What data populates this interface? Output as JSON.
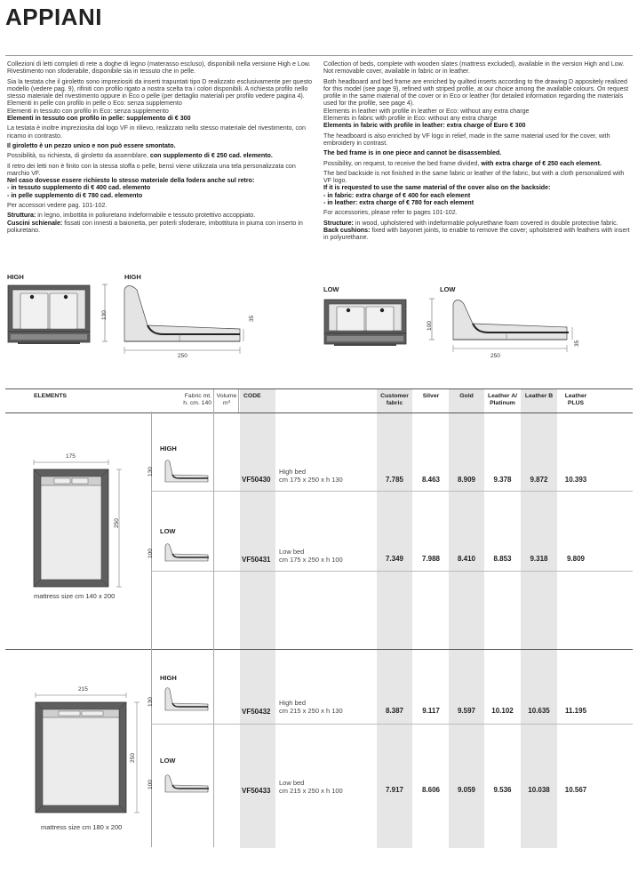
{
  "title": "APPIANI",
  "text_it": {
    "p1": "Collezioni di letti completi di rete a doghe di legno (materasso escluso), disponibili nella versione High e Low. Rivestimento non sfoderabile, disponibile sia in tessuto che in pelle.",
    "p2": "Sia la testata che il giroletto sono impreziositi da inserti trapuntati tipo D realizzato esclusivamente per questo modello (vedere pag. 9), rifiniti con profilo rigato a nostra scelta tra i colori disponibili. A richiesta profilo nello stesso materiale del rivestimento oppure in Eco o pelle (per dettaglio materiali per profilo vedere pagina 4).",
    "p3a": "Elementi in pelle con profilo in pelle o Eco: senza supplemento",
    "p3b": "Elementi in tessuto con profilo in Eco: senza supplemento",
    "p3c": "Elementi in tessuto con profilo in pelle: supplemento di € 300",
    "p4": "La testata è inoltre impreziosita dal logo VF in rilievo, realizzato nello stesso materiale del rivestimento, con ricamo in contrasto.",
    "p5": "Il giroletto è un pezzo unico e non può essere smontato.",
    "p6a": "Possibilità, su richiesta, di giroletto da assemblare, ",
    "p6b": "con supplemento di € 250 cad. elemento.",
    "p7": "Il retro dei letti non è finito con la stessa stoffa o pelle, bensì viene utilizzata una tela personalizzata con marchio VF.",
    "p8a": "Nel caso dovesse essere richiesto lo stesso materiale della fodera anche sul retro:",
    "p8b": "- in tessuto supplemento di € 400 cad. elemento",
    "p8c": "- in pelle supplemento di € 780 cad. elemento",
    "p9": "Per accessori vedere pag. 101-102.",
    "p10a": "Struttura:",
    "p10b": " in legno, imbottita in poliuretano indeformabile e tessuto protettivo accoppiato.",
    "p11a": "Cuscini schienale:",
    "p11b": " fissati con innesti a baionetta, per poterli sfoderare, imbottitura in piuma con inserto in poliuretano."
  },
  "text_en": {
    "p1": "Collection of beds, complete with wooden slates (mattress excluded), available in the version High and Low. Not removable cover, available in fabric or in leather.",
    "p2": "Both headboard and bed frame are enriched by quilted inserts according to the drawing D appositely realized for this model (see page 9), refined with striped profile, at our choice among the available colours. On request profile in the same material of the cover or in Eco or leather (for detailed information regarding the materials used for the profile, see page 4).",
    "p3a": "Elements in leather with profile in leather or Eco: without any extra charge",
    "p3b": "Elements in fabric with profile in Eco: without any extra charge",
    "p3c": "Elements in fabric with profile in leather: extra charge of Euro € 300",
    "p4": "The headboard is also enriched by VF logo in relief, made in the same material used for the cover, with embroidery in contrast.",
    "p5": "The bed frame is in one piece and cannot be disassembled.",
    "p6a": "Possibility, on request, to receive the bed frame divided, ",
    "p6b": "with extra charge of € 250 each element.",
    "p7": "The bed backside is not finished in the same fabric or leather of the fabric, but with a cloth personalized with VF logo.",
    "p8a": "If it is requested to use the same material of the cover also on the backside:",
    "p8b": "- in fabric: extra charge of € 400 for each element",
    "p8c": "- in leather: extra charge of € 780 for each element",
    "p9": "For accessories, please refer to pages 101-102.",
    "p10a": "Structure:",
    "p10b": " in wood, upholstered with indeformable polyurethane foam covered in double protective fabric.",
    "p11a": "Back cushions:",
    "p11b": " fixed with bayonet joints, to enable to remove the cover; upholstered with feathers with insert in polyurethane."
  },
  "views": {
    "high": "HIGH",
    "low": "LOW",
    "h130": "130",
    "h100": "100",
    "h35": "35",
    "w250": "250"
  },
  "table": {
    "elements": "ELEMENTS",
    "fabric_mt_1": "Fabric mt.",
    "fabric_mt_2": "h. cm. 140",
    "volume_1": "Volume",
    "volume_2": "m³",
    "code": "CODE",
    "headers": [
      [
        "Customer",
        "fabric"
      ],
      [
        "Silver",
        ""
      ],
      [
        "Gold",
        ""
      ],
      [
        "Leather A/",
        "Platinum"
      ],
      [
        "Leather B",
        ""
      ],
      [
        "Leather",
        "PLUS"
      ]
    ],
    "groups": [
      {
        "width": "175",
        "length": "250",
        "mattress": "mattress size cm 140 x 200",
        "rows": [
          {
            "variant": "HIGH",
            "h": "130",
            "code": "VF50430",
            "desc1": "High bed",
            "desc2": "cm 175 x 250 x h 130",
            "prices": [
              "7.785",
              "8.463",
              "8.909",
              "9.378",
              "9.872",
              "10.393"
            ]
          },
          {
            "variant": "LOW",
            "h": "100",
            "code": "VF50431",
            "desc1": "Low bed",
            "desc2": "cm 175 x 250 x h 100",
            "prices": [
              "7.349",
              "7.988",
              "8.410",
              "8.853",
              "9.318",
              "9.809"
            ]
          }
        ]
      },
      {
        "width": "215",
        "length": "250",
        "mattress": "mattress size cm 180 x 200",
        "rows": [
          {
            "variant": "HIGH",
            "h": "130",
            "code": "VF50432",
            "desc1": "High bed",
            "desc2": "cm 215 x 250 x h 130",
            "prices": [
              "8.387",
              "9.117",
              "9.597",
              "10.102",
              "10.635",
              "11.195"
            ]
          },
          {
            "variant": "LOW",
            "h": "100",
            "code": "VF50433",
            "desc1": "Low bed",
            "desc2": "cm 215 x 250 x h 100",
            "prices": [
              "7.917",
              "8.606",
              "9.059",
              "9.536",
              "10.038",
              "10.567"
            ]
          }
        ]
      }
    ]
  },
  "colors": {
    "frame": "#5a5a5a",
    "upholstery": "#e3e3e3",
    "column_shade": "#e6e6e6",
    "rule": "#9a9a9a"
  }
}
